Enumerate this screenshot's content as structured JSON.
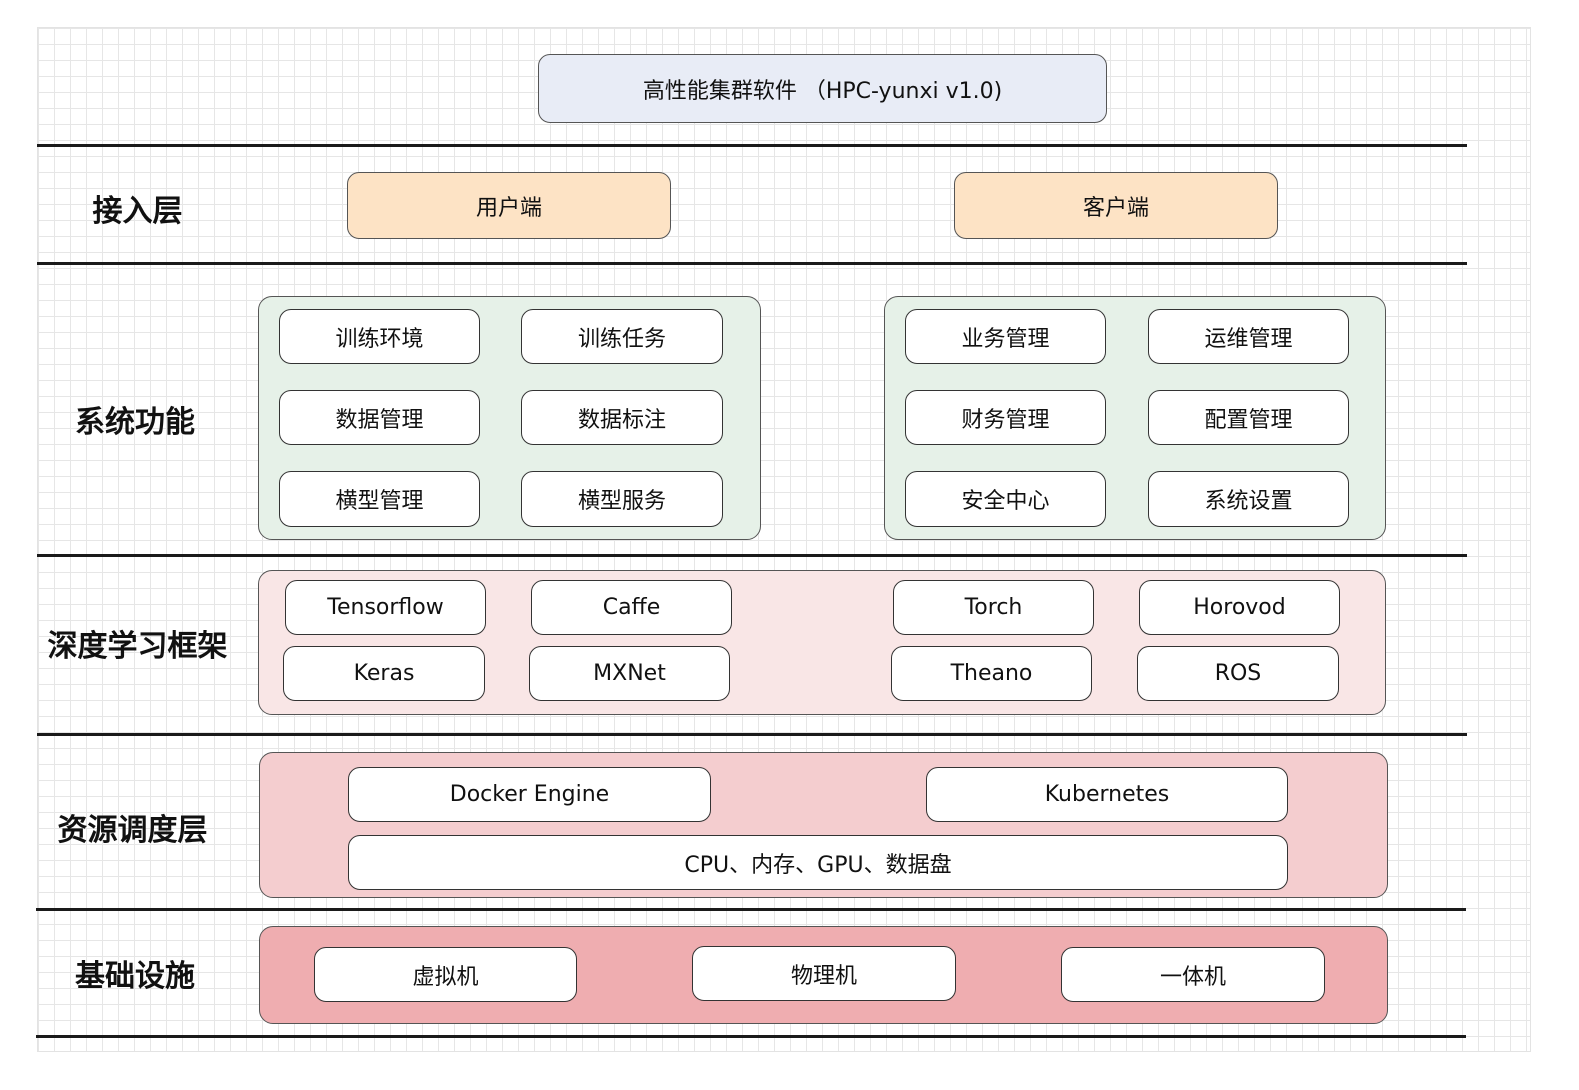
{
  "title": "高性能集群软件 （HPC-yunxi v1.0)",
  "layers": {
    "access": {
      "label": "接入层",
      "items": [
        "用户端",
        "客户端"
      ]
    },
    "functions": {
      "label": "系统功能",
      "left": [
        "训练环境",
        "训练任务",
        "数据管理",
        "数据标注",
        "横型管理",
        "横型服务"
      ],
      "right": [
        "业务管理",
        "运维管理",
        "财务管理",
        "配置管理",
        "安全中心",
        "系统设置"
      ]
    },
    "frameworks": {
      "label": "深度学习框架",
      "items": [
        "Tensorflow",
        "Caffe",
        "Torch",
        "Horovod",
        "Keras",
        "MXNet",
        "Theano",
        "ROS"
      ]
    },
    "scheduling": {
      "label": "资源调度层",
      "items": [
        "Docker Engine",
        "Kubernetes",
        "CPU、内存、GPU、数据盘"
      ]
    },
    "infrastructure": {
      "label": "基础设施",
      "items": [
        "虚拟机",
        "物理机",
        "一体机"
      ]
    }
  },
  "colors": {
    "title_fill": "#e8ecf6",
    "access_fill": "#fde3c5",
    "functions_fill": "#e6f1e8",
    "frameworks_fill": "#f9e6e6",
    "scheduling_fill": "#f4cdcf",
    "infrastructure_fill": "#efadb0"
  }
}
